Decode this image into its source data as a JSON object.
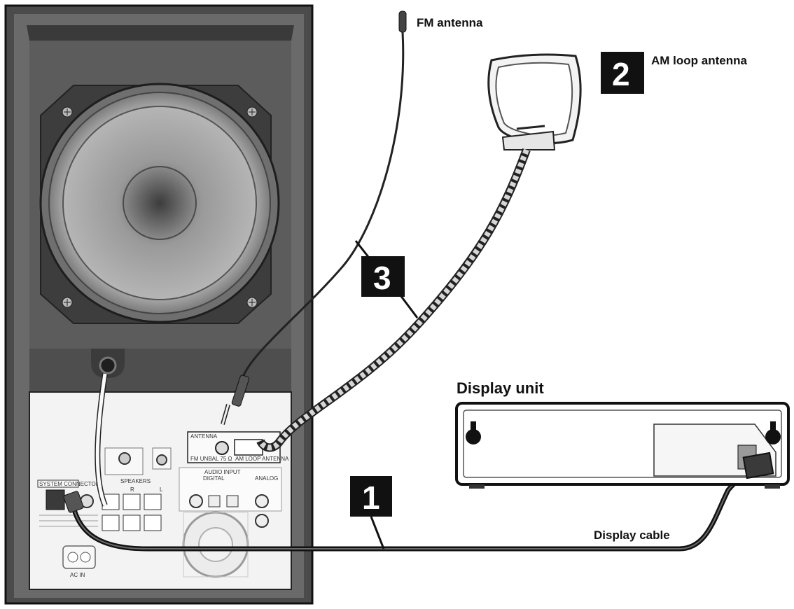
{
  "labels": {
    "fm_antenna": "FM antenna",
    "am_loop_antenna": "AM loop antenna",
    "display_unit": "Display unit",
    "display_cable": "Display cable"
  },
  "steps": {
    "step1": "1",
    "step2": "2",
    "step3": "3"
  },
  "panel_text": {
    "antenna": "ANTENNA",
    "fm_unbal": "FM UNBAL 75 Ω",
    "am_loop": "AM LOOP ANTENNA",
    "system_connector": "SYSTEM CONNECTOR",
    "speakers": "SPEAKERS",
    "audio_input": "AUDIO INPUT",
    "digital": "DIGITAL",
    "analog": "ANALOG",
    "ch_r": "R",
    "ch_l": "L",
    "ac_in": "AC IN"
  },
  "colors": {
    "cabinet": "#5a5a5a",
    "speaker_cone": "#8c8c8c",
    "panel": "#f2f2f2",
    "step_badge": "#111111"
  }
}
